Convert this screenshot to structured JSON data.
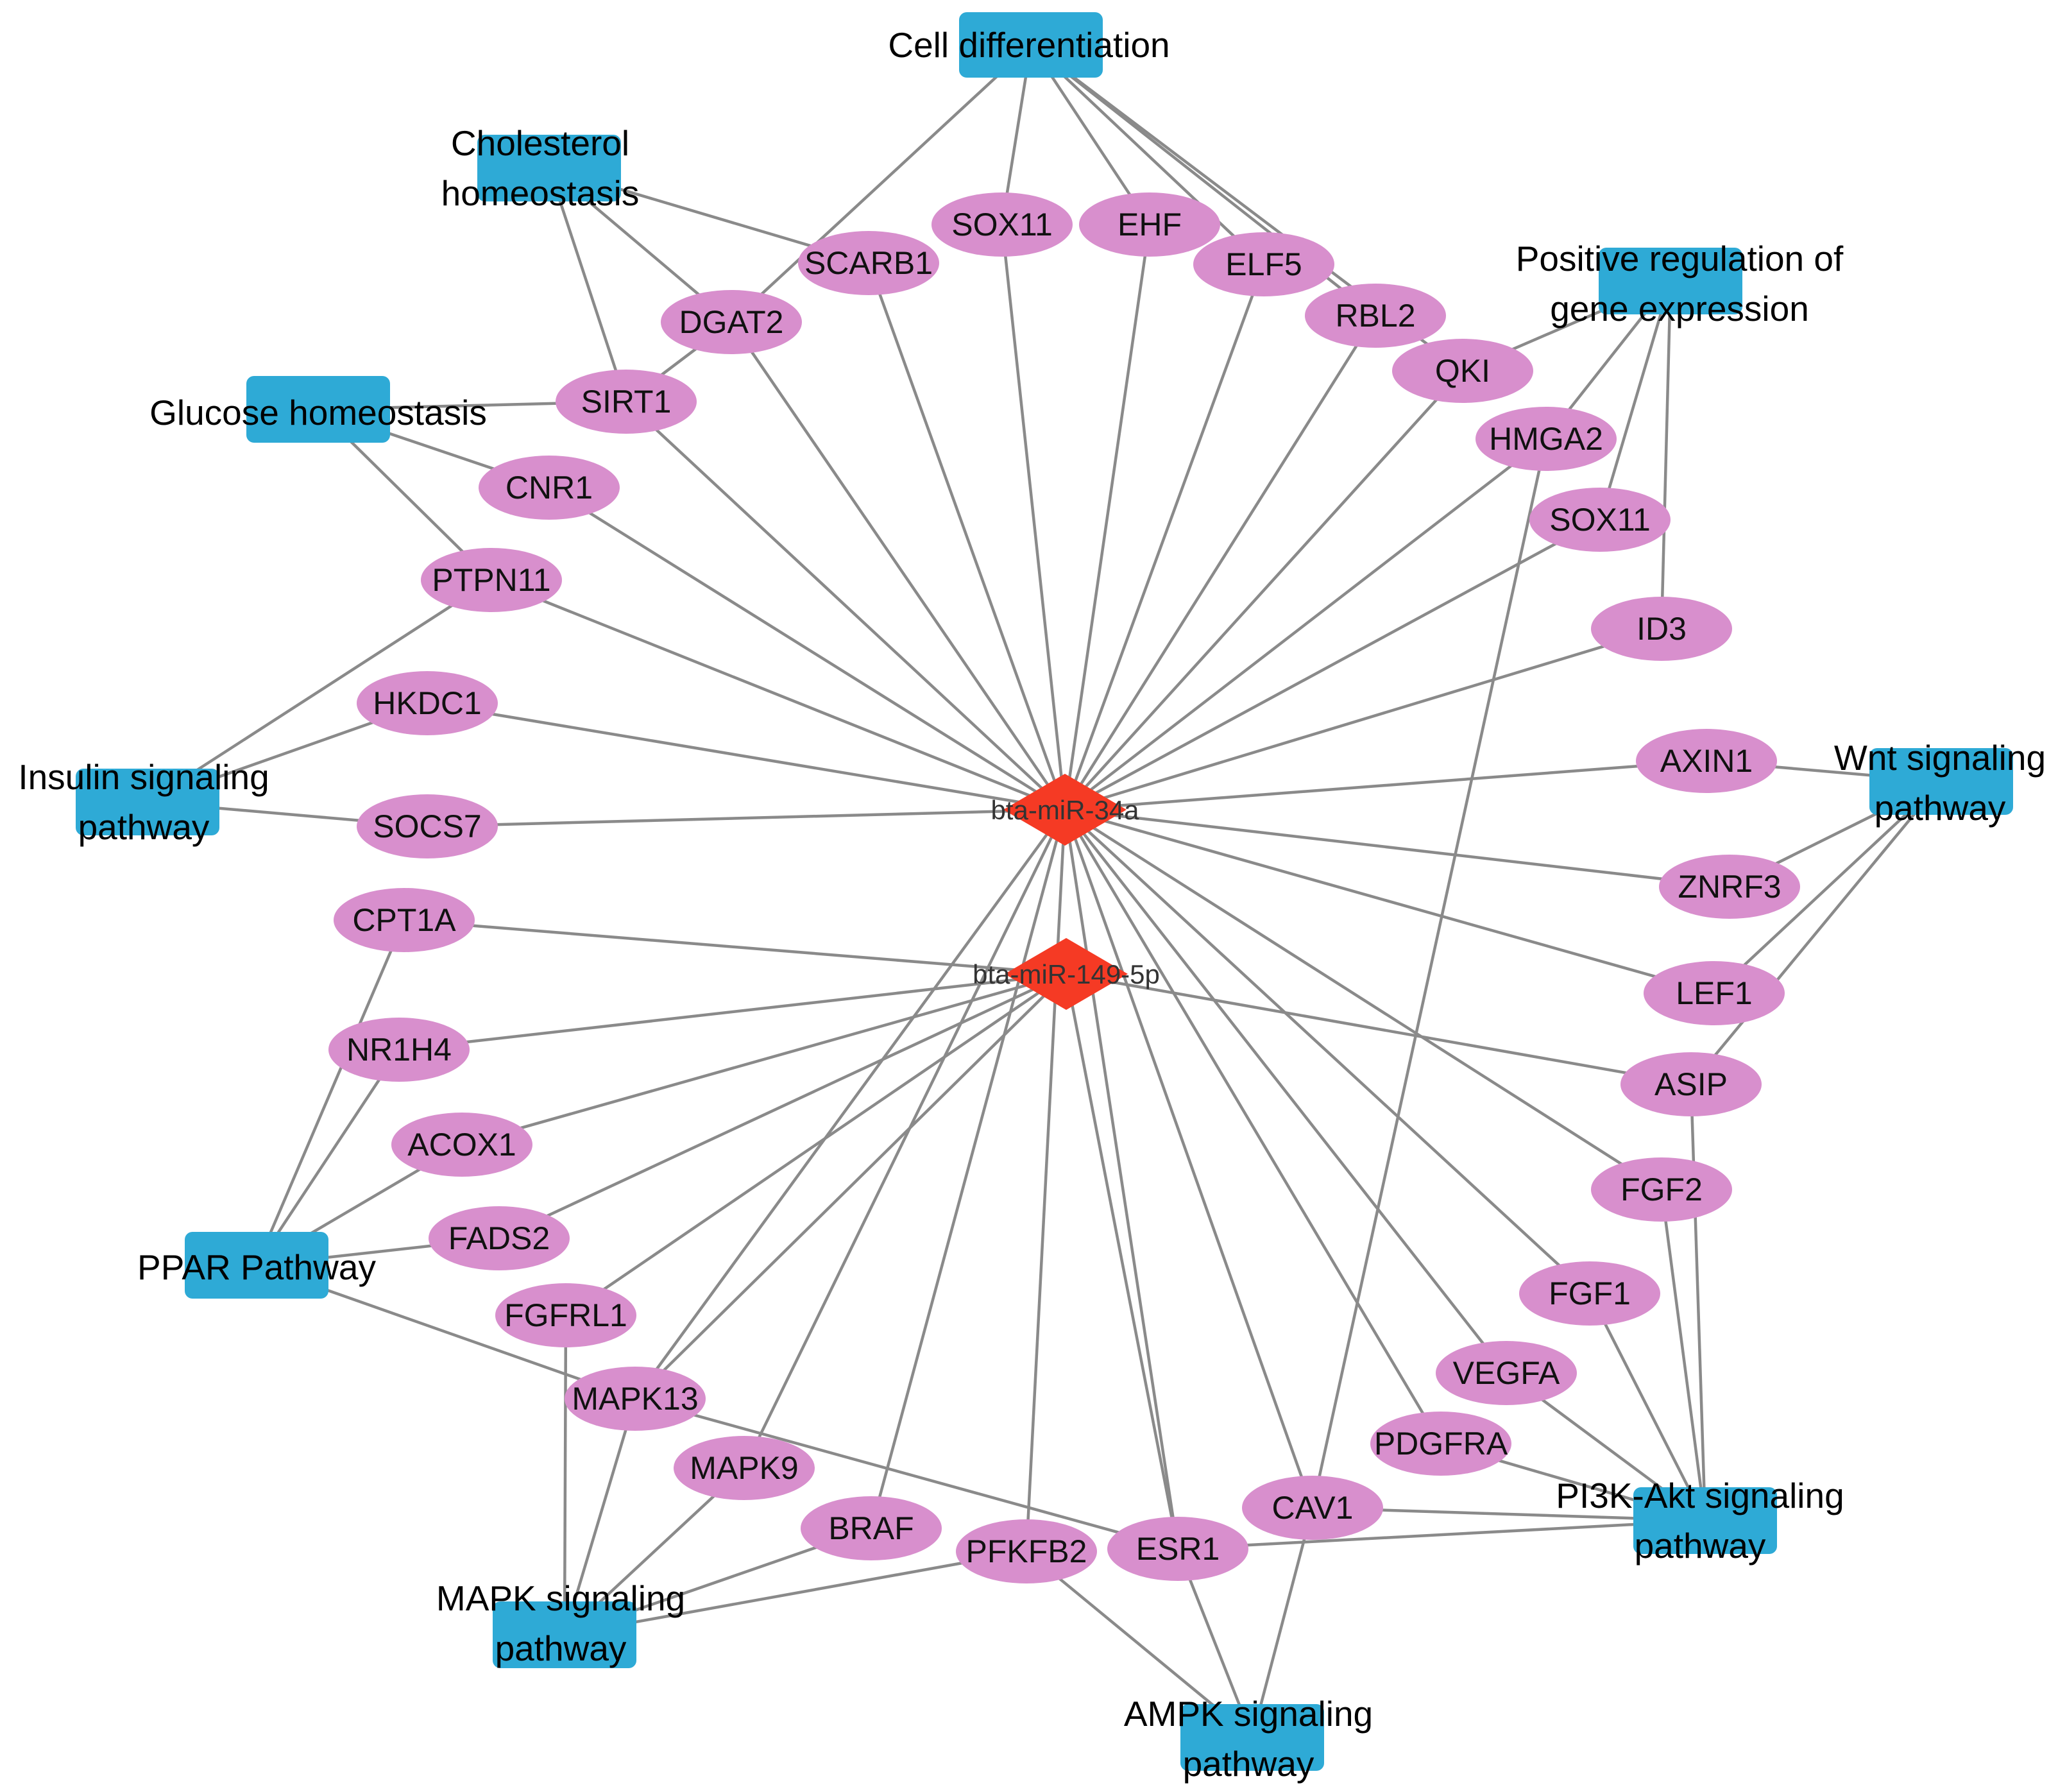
{
  "colors": {
    "pathway": "#2eaad6",
    "gene": "#d88fcd",
    "mirna": "#f53a24",
    "edge": "#8a8a8a"
  },
  "mirnas": [
    {
      "id": "mir34a",
      "label": "bta-miR-34a"
    },
    {
      "id": "mir149",
      "label": "bta-miR-149-5p"
    }
  ],
  "pathways": [
    {
      "id": "cell_diff",
      "lines": [
        "Cell differentiation"
      ]
    },
    {
      "id": "cholesterol",
      "lines": [
        "Cholesterol",
        "homeostasis"
      ]
    },
    {
      "id": "pos_reg",
      "lines": [
        "Positive regulation of",
        "gene expression"
      ]
    },
    {
      "id": "glucose",
      "lines": [
        "Glucose homeostasis"
      ]
    },
    {
      "id": "insulin",
      "lines": [
        "Insulin signaling",
        "pathway"
      ]
    },
    {
      "id": "wnt",
      "lines": [
        "Wnt signaling",
        "pathway"
      ]
    },
    {
      "id": "ppar",
      "lines": [
        "PPAR Pathway"
      ]
    },
    {
      "id": "pi3k",
      "lines": [
        "PI3K-Akt signaling",
        "pathway"
      ]
    },
    {
      "id": "mapk",
      "lines": [
        "MAPK signaling",
        "pathway"
      ]
    },
    {
      "id": "ampk",
      "lines": [
        "AMPK signaling",
        "pathway"
      ]
    }
  ],
  "genes": [
    {
      "id": "sox11_top",
      "label": "SOX11"
    },
    {
      "id": "ehf",
      "label": "EHF"
    },
    {
      "id": "scarb1",
      "label": "SCARB1"
    },
    {
      "id": "elf5",
      "label": "ELF5"
    },
    {
      "id": "dgat2",
      "label": "DGAT2"
    },
    {
      "id": "rbl2",
      "label": "RBL2"
    },
    {
      "id": "qki",
      "label": "QKI"
    },
    {
      "id": "sirt1",
      "label": "SIRT1"
    },
    {
      "id": "hmga2",
      "label": "HMGA2"
    },
    {
      "id": "cnr1",
      "label": "CNR1"
    },
    {
      "id": "sox11_r",
      "label": "SOX11"
    },
    {
      "id": "ptpn11",
      "label": "PTPN11"
    },
    {
      "id": "id3",
      "label": "ID3"
    },
    {
      "id": "hkdc1",
      "label": "HKDC1"
    },
    {
      "id": "axin1",
      "label": "AXIN1"
    },
    {
      "id": "socs7",
      "label": "SOCS7"
    },
    {
      "id": "znrf3",
      "label": "ZNRF3"
    },
    {
      "id": "cpt1a",
      "label": "CPT1A"
    },
    {
      "id": "lef1",
      "label": "LEF1"
    },
    {
      "id": "nr1h4",
      "label": "NR1H4"
    },
    {
      "id": "asip",
      "label": "ASIP"
    },
    {
      "id": "acox1",
      "label": "ACOX1"
    },
    {
      "id": "fgf2",
      "label": "FGF2"
    },
    {
      "id": "fads2",
      "label": "FADS2"
    },
    {
      "id": "fgf1",
      "label": "FGF1"
    },
    {
      "id": "fgfrl1",
      "label": "FGFRL1"
    },
    {
      "id": "vegfa",
      "label": "VEGFA"
    },
    {
      "id": "mapk13",
      "label": "MAPK13"
    },
    {
      "id": "pdgfra",
      "label": "PDGFRA"
    },
    {
      "id": "mapk9",
      "label": "MAPK9"
    },
    {
      "id": "cav1",
      "label": "CAV1"
    },
    {
      "id": "braf",
      "label": "BRAF"
    },
    {
      "id": "esr1",
      "label": "ESR1"
    },
    {
      "id": "pfkfb2",
      "label": "PFKFB2"
    }
  ],
  "edges": [
    [
      "mir34a",
      "sox11_top"
    ],
    [
      "mir34a",
      "ehf"
    ],
    [
      "mir34a",
      "scarb1"
    ],
    [
      "mir34a",
      "elf5"
    ],
    [
      "mir34a",
      "dgat2"
    ],
    [
      "mir34a",
      "rbl2"
    ],
    [
      "mir34a",
      "qki"
    ],
    [
      "mir34a",
      "sirt1"
    ],
    [
      "mir34a",
      "hmga2"
    ],
    [
      "mir34a",
      "cnr1"
    ],
    [
      "mir34a",
      "sox11_r"
    ],
    [
      "mir34a",
      "ptpn11"
    ],
    [
      "mir34a",
      "id3"
    ],
    [
      "mir34a",
      "hkdc1"
    ],
    [
      "mir34a",
      "axin1"
    ],
    [
      "mir34a",
      "socs7"
    ],
    [
      "mir34a",
      "znrf3"
    ],
    [
      "mir34a",
      "lef1"
    ],
    [
      "mir34a",
      "fgf2"
    ],
    [
      "mir34a",
      "fgf1"
    ],
    [
      "mir34a",
      "vegfa"
    ],
    [
      "mir34a",
      "pdgfra"
    ],
    [
      "mir34a",
      "cav1"
    ],
    [
      "mir34a",
      "esr1"
    ],
    [
      "mir34a",
      "pfkfb2"
    ],
    [
      "mir34a",
      "braf"
    ],
    [
      "mir34a",
      "mapk9"
    ],
    [
      "mir34a",
      "mapk13"
    ],
    [
      "mir149",
      "cpt1a"
    ],
    [
      "mir149",
      "nr1h4"
    ],
    [
      "mir149",
      "acox1"
    ],
    [
      "mir149",
      "fads2"
    ],
    [
      "mir149",
      "fgfrl1"
    ],
    [
      "mir149",
      "asip"
    ],
    [
      "mir149",
      "esr1"
    ],
    [
      "mir149",
      "mapk13"
    ],
    [
      "cell_diff",
      "sox11_top"
    ],
    [
      "cell_diff",
      "ehf"
    ],
    [
      "cell_diff",
      "elf5"
    ],
    [
      "cell_diff",
      "rbl2"
    ],
    [
      "cell_diff",
      "dgat2"
    ],
    [
      "cell_diff",
      "qki"
    ],
    [
      "cholesterol",
      "scarb1"
    ],
    [
      "cholesterol",
      "dgat2"
    ],
    [
      "cholesterol",
      "sirt1"
    ],
    [
      "pos_reg",
      "qki"
    ],
    [
      "pos_reg",
      "hmga2"
    ],
    [
      "pos_reg",
      "sox11_r"
    ],
    [
      "pos_reg",
      "id3"
    ],
    [
      "glucose",
      "sirt1"
    ],
    [
      "glucose",
      "cnr1"
    ],
    [
      "glucose",
      "ptpn11"
    ],
    [
      "sirt1",
      "dgat2"
    ],
    [
      "insulin",
      "ptpn11"
    ],
    [
      "insulin",
      "hkdc1"
    ],
    [
      "insulin",
      "socs7"
    ],
    [
      "wnt",
      "axin1"
    ],
    [
      "wnt",
      "znrf3"
    ],
    [
      "wnt",
      "lef1"
    ],
    [
      "wnt",
      "asip"
    ],
    [
      "ppar",
      "cpt1a"
    ],
    [
      "ppar",
      "nr1h4"
    ],
    [
      "ppar",
      "acox1"
    ],
    [
      "ppar",
      "fads2"
    ],
    [
      "ppar",
      "mapk13"
    ],
    [
      "pi3k",
      "asip"
    ],
    [
      "pi3k",
      "fgf2"
    ],
    [
      "pi3k",
      "fgf1"
    ],
    [
      "pi3k",
      "vegfa"
    ],
    [
      "pi3k",
      "pdgfra"
    ],
    [
      "pi3k",
      "cav1"
    ],
    [
      "pi3k",
      "esr1"
    ],
    [
      "mapk",
      "fgfrl1"
    ],
    [
      "mapk",
      "mapk13"
    ],
    [
      "mapk",
      "mapk9"
    ],
    [
      "mapk",
      "braf"
    ],
    [
      "mapk",
      "pfkfb2"
    ],
    [
      "ampk",
      "cav1"
    ],
    [
      "ampk",
      "esr1"
    ],
    [
      "ampk",
      "pfkfb2"
    ],
    [
      "mapk13",
      "esr1"
    ],
    [
      "cav1",
      "hmga2"
    ]
  ]
}
